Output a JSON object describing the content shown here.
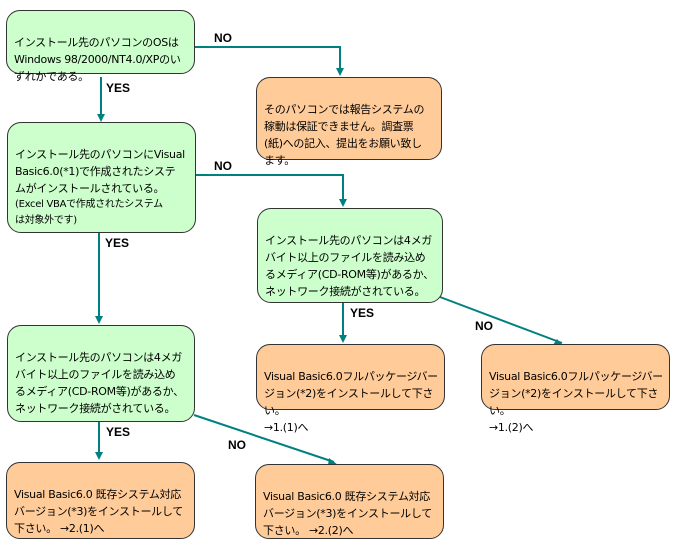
{
  "colors": {
    "decision_fill": "#ccffcc",
    "result_fill": "#ffcc99",
    "connector": "#008080",
    "border": "#333333"
  },
  "nodes": {
    "q_os": {
      "text": "インストール先のパソコンのOSは\nWindows 98/2000/NT4.0/XPのい\nずれかである。"
    },
    "r_not_supported": {
      "text": "そのパソコンでは報告システムの\n稼動は保証できません。調査票\n(紙)への記入、提出をお願い致し\nます。"
    },
    "q_vb_installed": {
      "text": "インストール先のパソコンにVisual\nBasic6.0(*1)で作成されたシステ\nムがインストールされている。",
      "note": "(Excel VBAで作成されたシステム\nは対象外です)"
    },
    "q_media_right": {
      "text": "インストール先のパソコンは4メガ\nバイト以上のファイルを読み込め\nるメディア(CD-ROM等)があるか、\nネットワーク接続がされている。"
    },
    "q_media_left": {
      "text": "インストール先のパソコンは4メガ\nバイト以上のファイルを読み込め\nるメディア(CD-ROM等)があるか、\nネットワーク接続がされている。"
    },
    "r_full_1": {
      "text": "Visual Basic6.0フルパッケージバー\nジョン(*2)をインストールして下さい。\n→1.(1)へ"
    },
    "r_full_2": {
      "text": "Visual Basic6.0フルパッケージバー\nジョン(*2)をインストールして下さい。\n→1.(2)へ"
    },
    "r_existing_1": {
      "text": "Visual Basic6.0 既存システム対応\nバージョン(*3)をインストールして\n下さい。 →2.(1)へ"
    },
    "r_existing_2": {
      "text": "Visual Basic6.0 既存システム対応\nバージョン(*3)をインストールして\n下さい。 →2.(2)へ"
    }
  },
  "edge_labels": {
    "os_no": "NO",
    "os_yes": "YES",
    "vb_no": "NO",
    "vb_yes": "YES",
    "media_right_yes": "YES",
    "media_right_no": "NO",
    "media_left_yes": "YES",
    "media_left_no": "NO"
  }
}
